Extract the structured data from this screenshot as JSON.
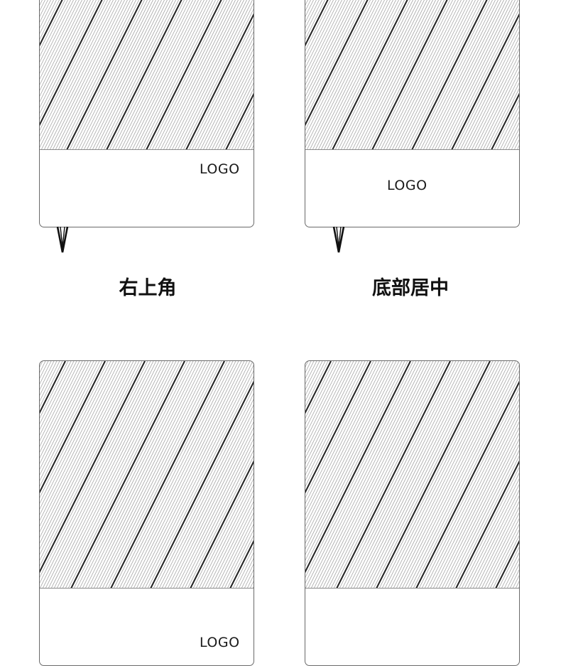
{
  "panels": [
    {
      "caption": "右上角",
      "logo": "LOGO",
      "logo_position": "top-right"
    },
    {
      "caption": "底部居中",
      "logo": "LOGO",
      "logo_position": "bottom-center"
    },
    {
      "caption": "",
      "logo": "LOGO",
      "logo_position": "right"
    },
    {
      "caption": "",
      "logo": "",
      "logo_position": "none"
    }
  ],
  "icons": {
    "hang_tag": "hang-tag-icon",
    "stripes": "diagonal-stripe-pattern"
  },
  "colors": {
    "border": "#6a6a6a",
    "stripe_thick": "#222222",
    "stripe_thin": "#9a9a9a",
    "text": "#111111"
  }
}
